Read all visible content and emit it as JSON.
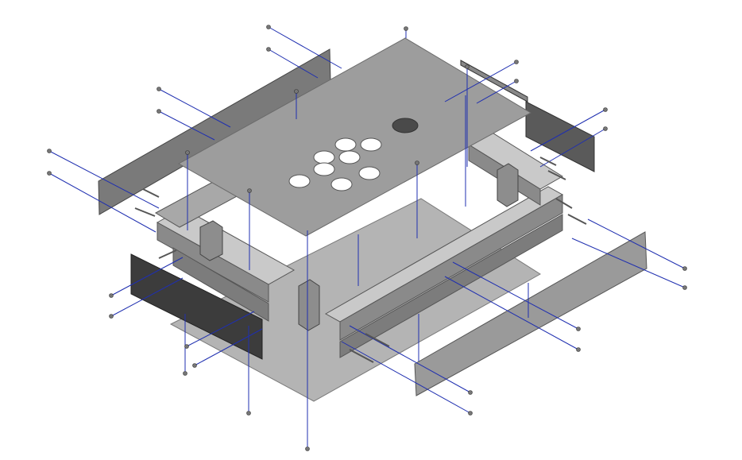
{
  "drawing": {
    "kind": "exploded isometric CAD assembly",
    "text_labels": [],
    "colors": {
      "background": "#ffffff",
      "axis_line": "#1f2fb0",
      "plate_light": "#a9a9a9",
      "plate_mid": "#8d8d8d",
      "plate_dark": "#5e5e5e",
      "panel_dark": "#3a3a3a",
      "edge": "#4a4a4a",
      "hole": "#ffffff"
    },
    "parts": {
      "top_plate": "top-plate",
      "bottom_plate": "bottom-plate",
      "side_panels": 4,
      "button_holes": 8,
      "joystick_hole": 1,
      "corner_posts": 4
    },
    "icons": [
      "bolt-icon",
      "screw-icon"
    ]
  }
}
